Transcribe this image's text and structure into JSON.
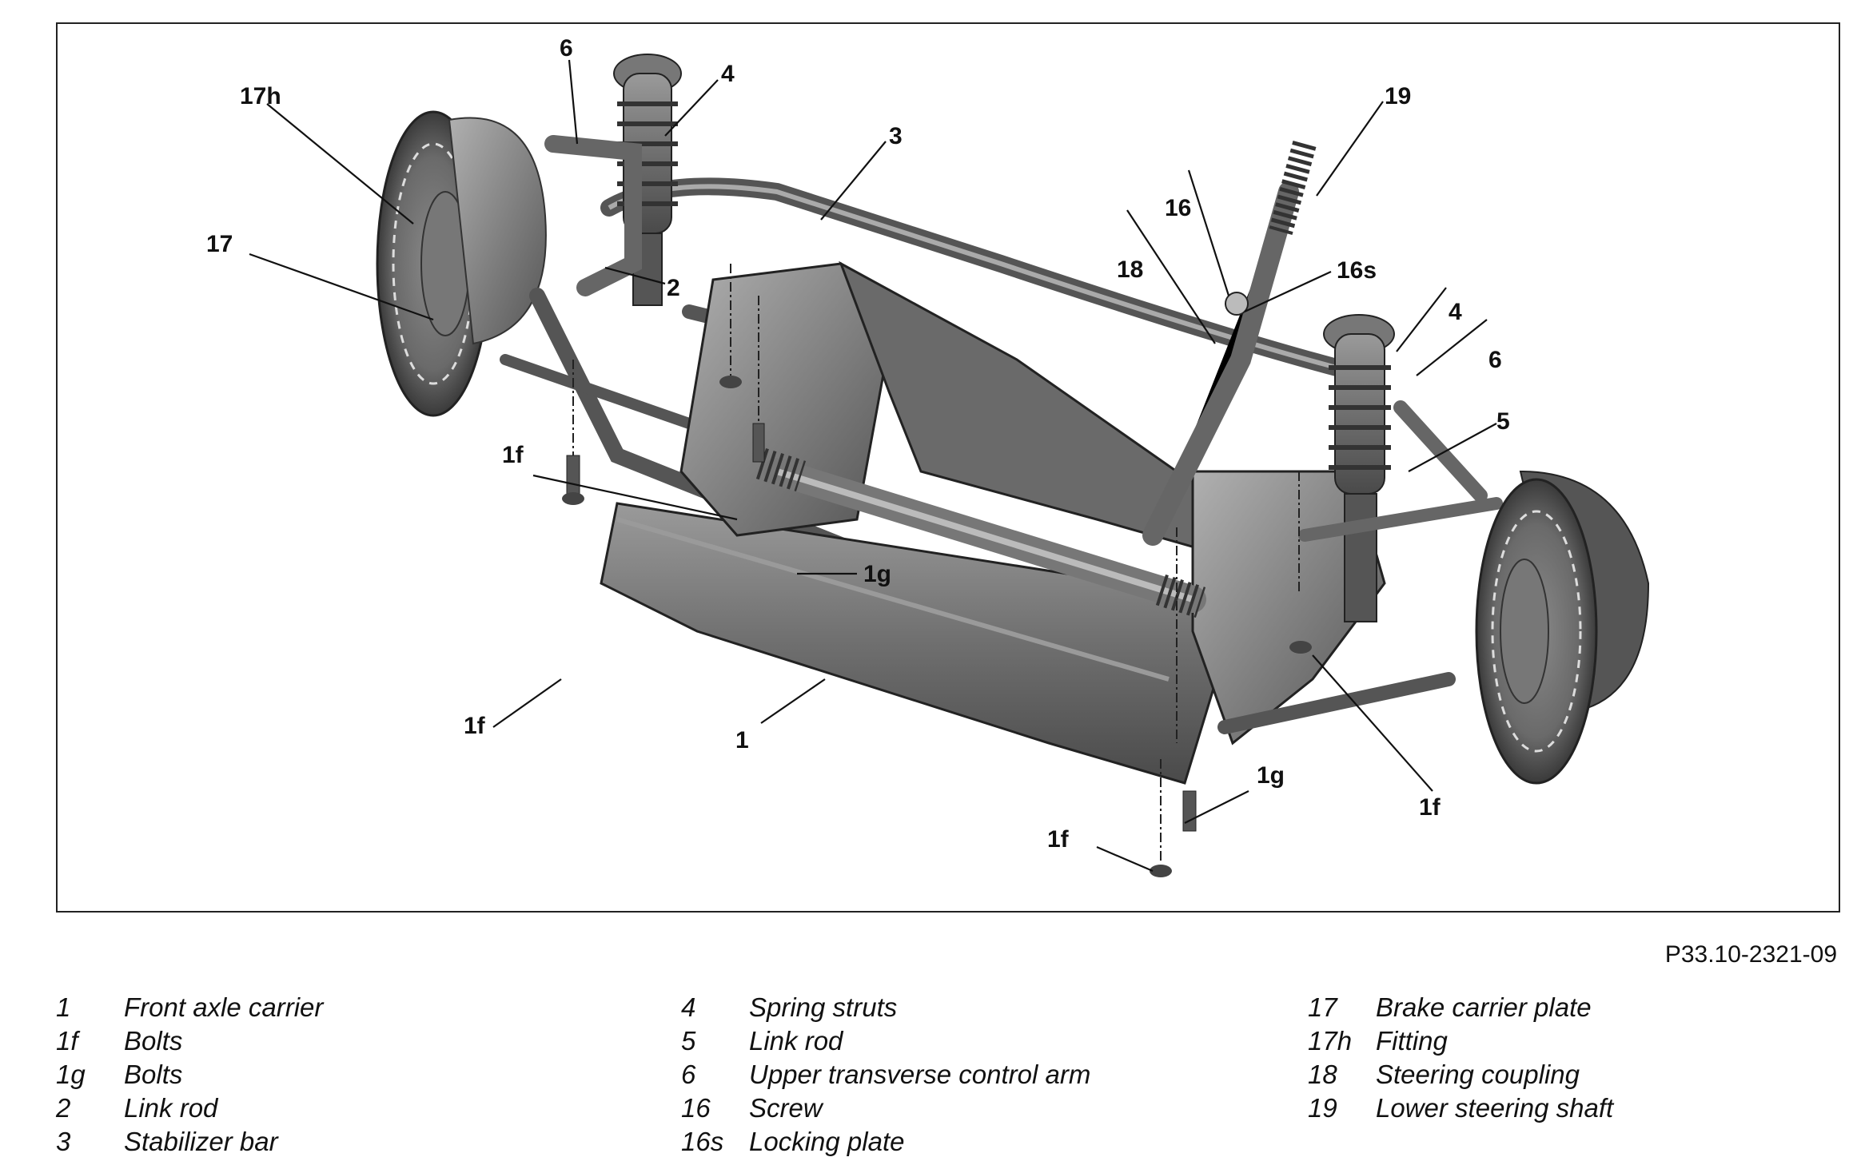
{
  "figure": {
    "callouts": {
      "c17h": "17h",
      "c6a": "6",
      "c4a": "4",
      "c3": "3",
      "c19": "19",
      "c16": "16",
      "c16s": "16s",
      "c18": "18",
      "c17": "17",
      "c2": "2",
      "c4b": "4",
      "c6b": "6",
      "c5": "5",
      "c1f_a": "1f",
      "c1g_a": "1g",
      "c1f_b": "1f",
      "c1": "1",
      "c1g_b": "1g",
      "c1f_c": "1f",
      "c1f_d": "1f"
    },
    "figure_id": "P33.10-2321-09"
  },
  "legend": {
    "columns": [
      [
        {
          "num": "1",
          "text": "Front axle carrier"
        },
        {
          "num": "1f",
          "text": "Bolts"
        },
        {
          "num": "1g",
          "text": "Bolts"
        },
        {
          "num": "2",
          "text": "Link rod"
        },
        {
          "num": "3",
          "text": "Stabilizer bar"
        }
      ],
      [
        {
          "num": "4",
          "text": "Spring struts"
        },
        {
          "num": "5",
          "text": "Link rod"
        },
        {
          "num": "6",
          "text": "Upper transverse control arm"
        },
        {
          "num": "16",
          "text": "Screw"
        },
        {
          "num": "16s",
          "text": "Locking plate"
        }
      ],
      [
        {
          "num": "17",
          "text": "Brake carrier plate"
        },
        {
          "num": "17h",
          "text": "Fitting"
        },
        {
          "num": "18",
          "text": "Steering coupling"
        },
        {
          "num": "19",
          "text": "Lower steering shaft"
        }
      ]
    ]
  }
}
